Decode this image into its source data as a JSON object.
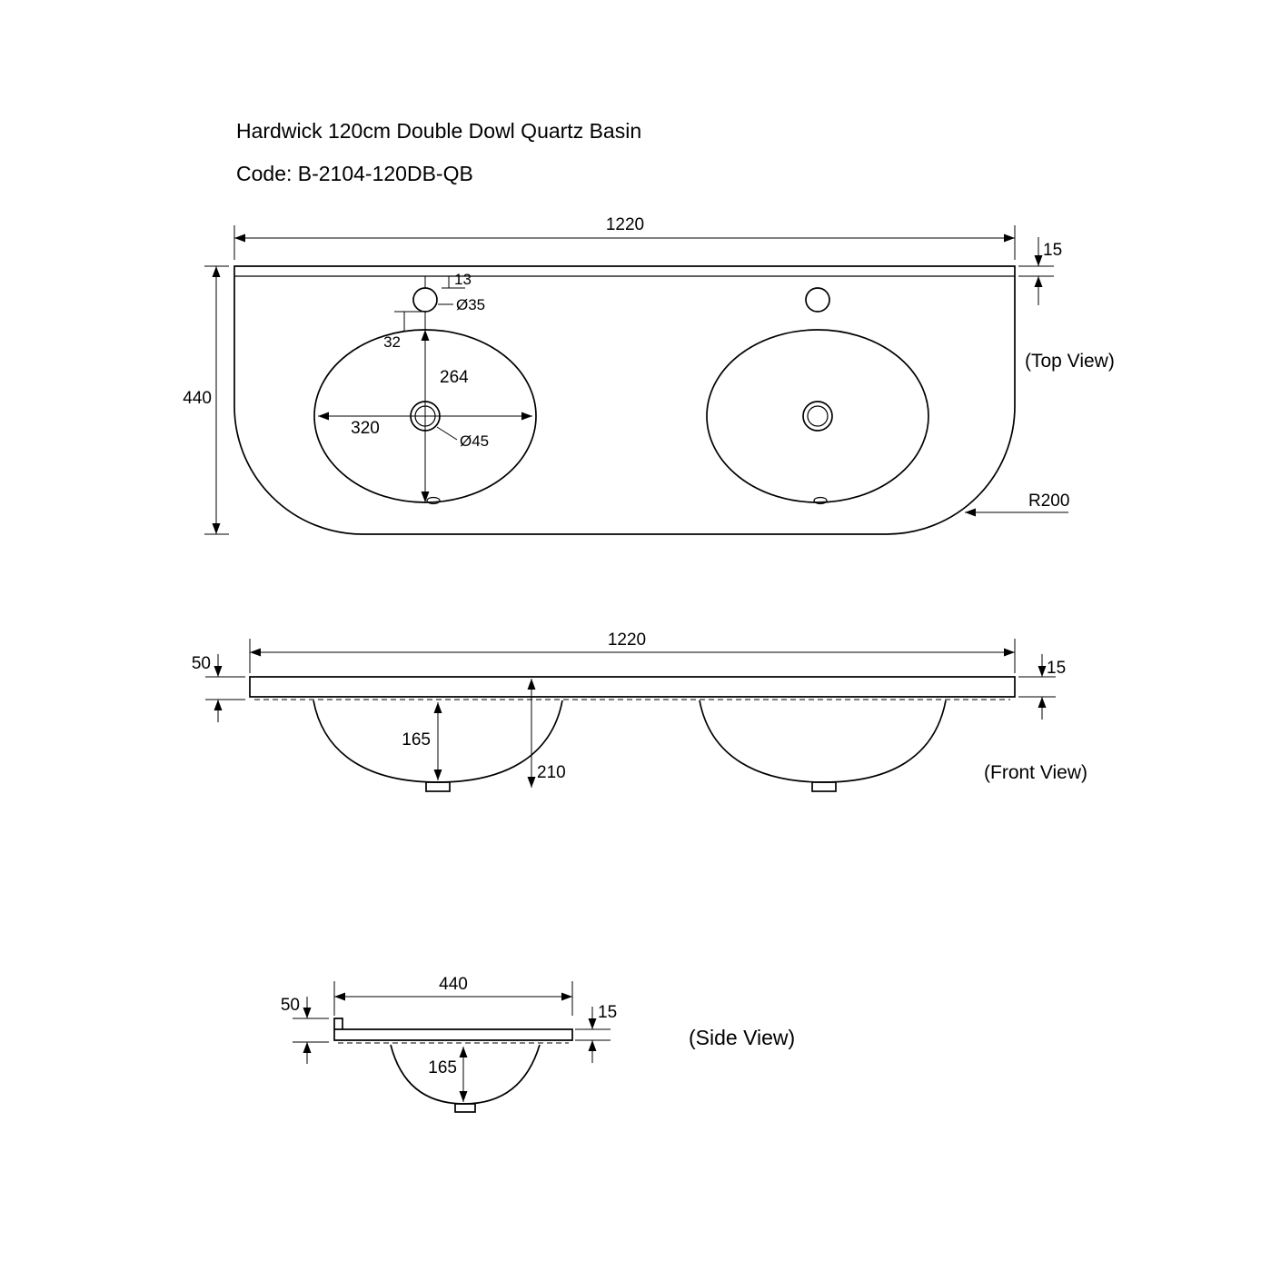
{
  "title": "Hardwick 120cm Double Dowl Quartz Basin",
  "code": "Code: B-2104-120DB-QB",
  "colors": {
    "line": "#000000",
    "background": "#ffffff"
  },
  "top_view": {
    "label": "(Top View)",
    "overall_width": "1220",
    "rim_thickness": "15",
    "overall_depth": "440",
    "tap_hole_offset": "13",
    "tap_hole_diameter": "Ø35",
    "tap_to_bowl_gap": "32",
    "bowl_depth": "264",
    "bowl_width": "320",
    "waste_diameter": "Ø45",
    "corner_radius": "R200"
  },
  "front_view": {
    "label": "(Front View)",
    "overall_width": "1220",
    "edge_height": "50",
    "bowl_depth": "165",
    "overall_height": "210",
    "top_thickness": "15"
  },
  "side_view": {
    "label": "(Side View)",
    "overall_depth": "440",
    "edge_height": "50",
    "top_thickness": "15",
    "bowl_depth": "165"
  }
}
